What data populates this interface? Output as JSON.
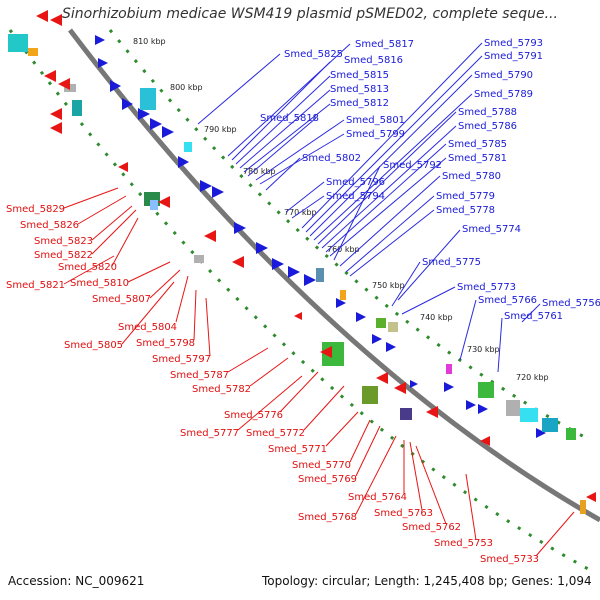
{
  "title": "Sinorhizobium medicae WSM419 plasmid pSMED02, complete seque...",
  "footer": {
    "accession": "Accession: NC_009621",
    "summary": "Topology: circular; Length: 1,245,408 bp; Genes: 1,094"
  },
  "ticks": [
    "810 kbp",
    "800 kbp",
    "790 kbp",
    "780 kbp",
    "770 kbp",
    "760 kbp",
    "750 kbp",
    "740 kbp",
    "730 kbp",
    "720 kbp"
  ],
  "forward_genes": [
    "Smed_5825",
    "Smed_5817",
    "Smed_5816",
    "Smed_5815",
    "Smed_5813",
    "Smed_5812",
    "Smed_5818",
    "Smed_5801",
    "Smed_5799",
    "Smed_5802",
    "Smed_5796",
    "Smed_5794",
    "Smed_5793",
    "Smed_5791",
    "Smed_5790",
    "Smed_5789",
    "Smed_5788",
    "Smed_5786",
    "Smed_5785",
    "Smed_5781",
    "Smed_5792",
    "Smed_5780",
    "Smed_5779",
    "Smed_5778",
    "Smed_5774",
    "Smed_5775",
    "Smed_5773",
    "Smed_5766",
    "Smed_5756",
    "Smed_5761"
  ],
  "reverse_genes": [
    "Smed_5829",
    "Smed_5826",
    "Smed_5823",
    "Smed_5822",
    "Smed_5820",
    "Smed_5821",
    "Smed_5810",
    "Smed_5807",
    "Smed_5804",
    "Smed_5805",
    "Smed_5798",
    "Smed_5797",
    "Smed_5787",
    "Smed_5782",
    "Smed_5776",
    "Smed_5777",
    "Smed_5772",
    "Smed_5771",
    "Smed_5770",
    "Smed_5769",
    "Smed_5764",
    "Smed_5768",
    "Smed_5763",
    "Smed_5762",
    "Smed_5753",
    "Smed_5733"
  ],
  "colors": {
    "forward_label": "#1a1ad9",
    "reverse_label": "#e01010",
    "backbone": "#777777",
    "track_dots": "#2e8b2e"
  }
}
